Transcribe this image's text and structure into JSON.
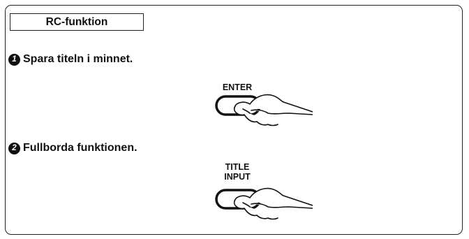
{
  "header": {
    "title": "RC-funktion"
  },
  "steps": [
    {
      "number": "1",
      "text": "Spara titeln i minnet.",
      "button_label": "ENTER"
    },
    {
      "number": "2",
      "text": "Fullborda funktionen.",
      "button_label_line1": "TITLE",
      "button_label_line2": "INPUT"
    }
  ],
  "icons": {
    "step_marker": "filled-circle-number-icon",
    "button": "remote-button-icon",
    "hand": "pressing-hand-icon"
  }
}
